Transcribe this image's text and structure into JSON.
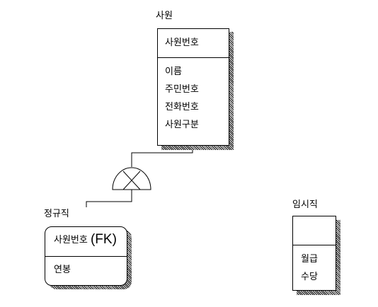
{
  "entities": {
    "employee": {
      "title": "사원",
      "key": "사원번호",
      "attributes": [
        "이름",
        "주민번호",
        "전화번호",
        "사원구분"
      ]
    },
    "regular": {
      "title": "정규직",
      "key": "사원번호",
      "key_suffix": "(FK)",
      "attributes": [
        "연봉"
      ]
    },
    "temporary": {
      "title": "임시직",
      "key": "",
      "attributes": [
        "월급",
        "수당"
      ]
    }
  }
}
